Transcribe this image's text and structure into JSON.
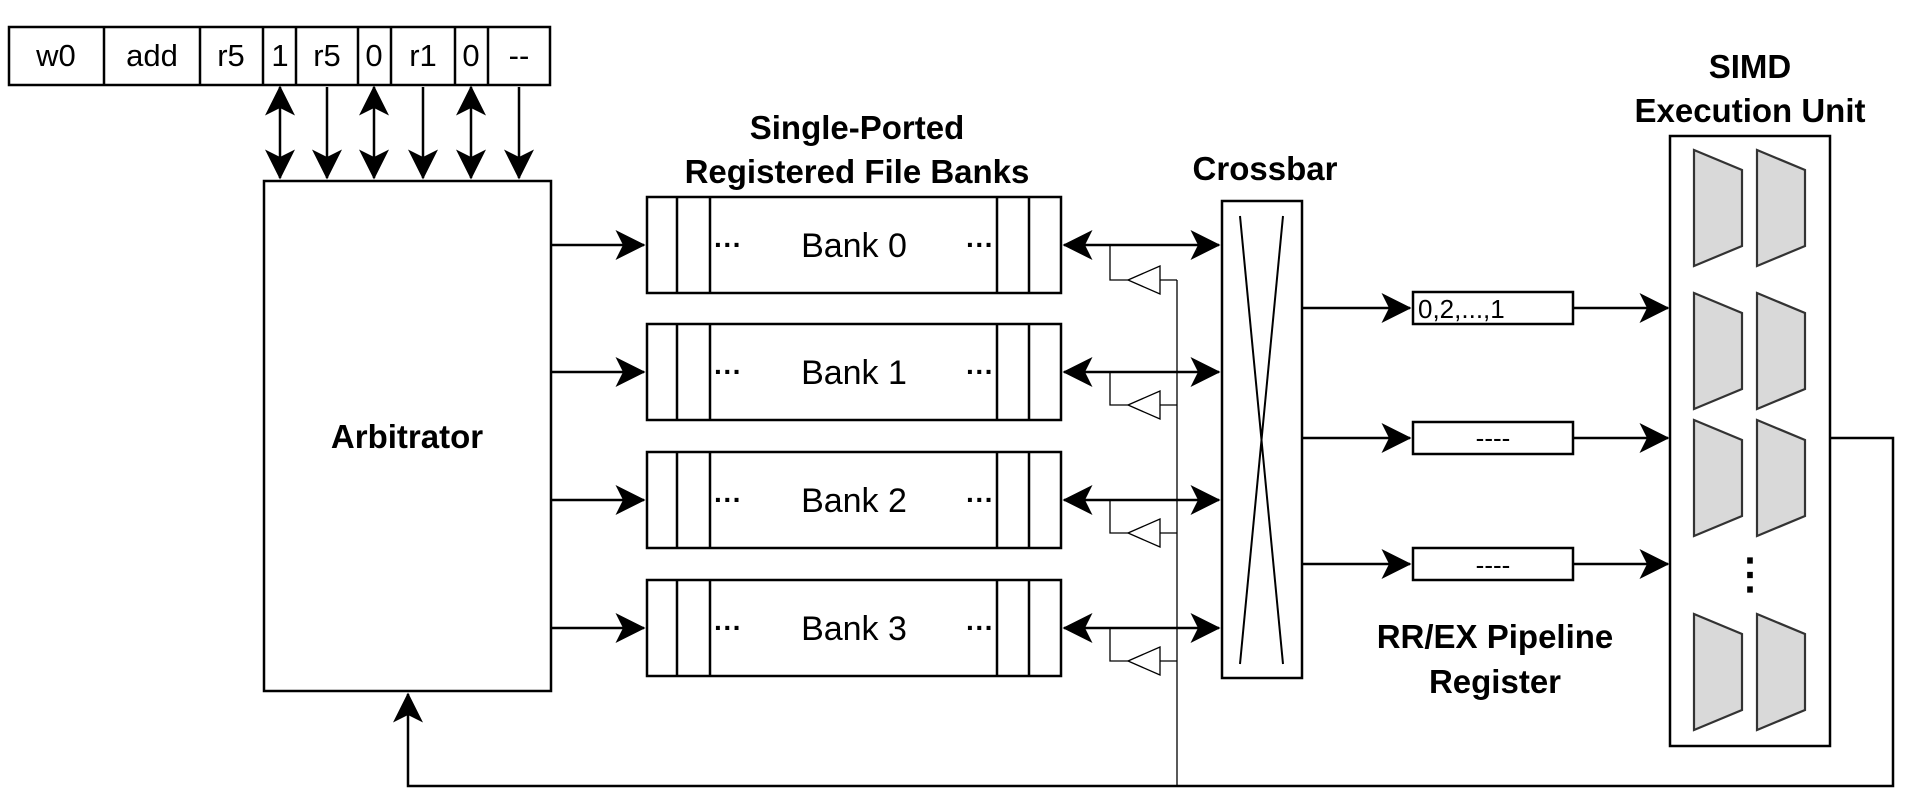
{
  "instruction_fields": [
    "w0",
    "add",
    "r5",
    "1",
    "r5",
    "0",
    "r1",
    "0",
    "--"
  ],
  "arbitrator_label": "Arbitrator",
  "register_banks": {
    "title_line1": "Single-Ported",
    "title_line2": "Registered File Banks",
    "ellipsis": "···",
    "banks": [
      "Bank 0",
      "Bank 1",
      "Bank 2",
      "Bank 3"
    ]
  },
  "crossbar_label": "Crossbar",
  "pipeline_register": {
    "label_line1": "RR/EX Pipeline",
    "label_line2": "Register",
    "entries": [
      "0,2,...,1",
      "----",
      "----"
    ]
  },
  "simd_unit": {
    "label_line1": "SIMD",
    "label_line2": "Execution Unit",
    "ellipsis": "⋮"
  }
}
